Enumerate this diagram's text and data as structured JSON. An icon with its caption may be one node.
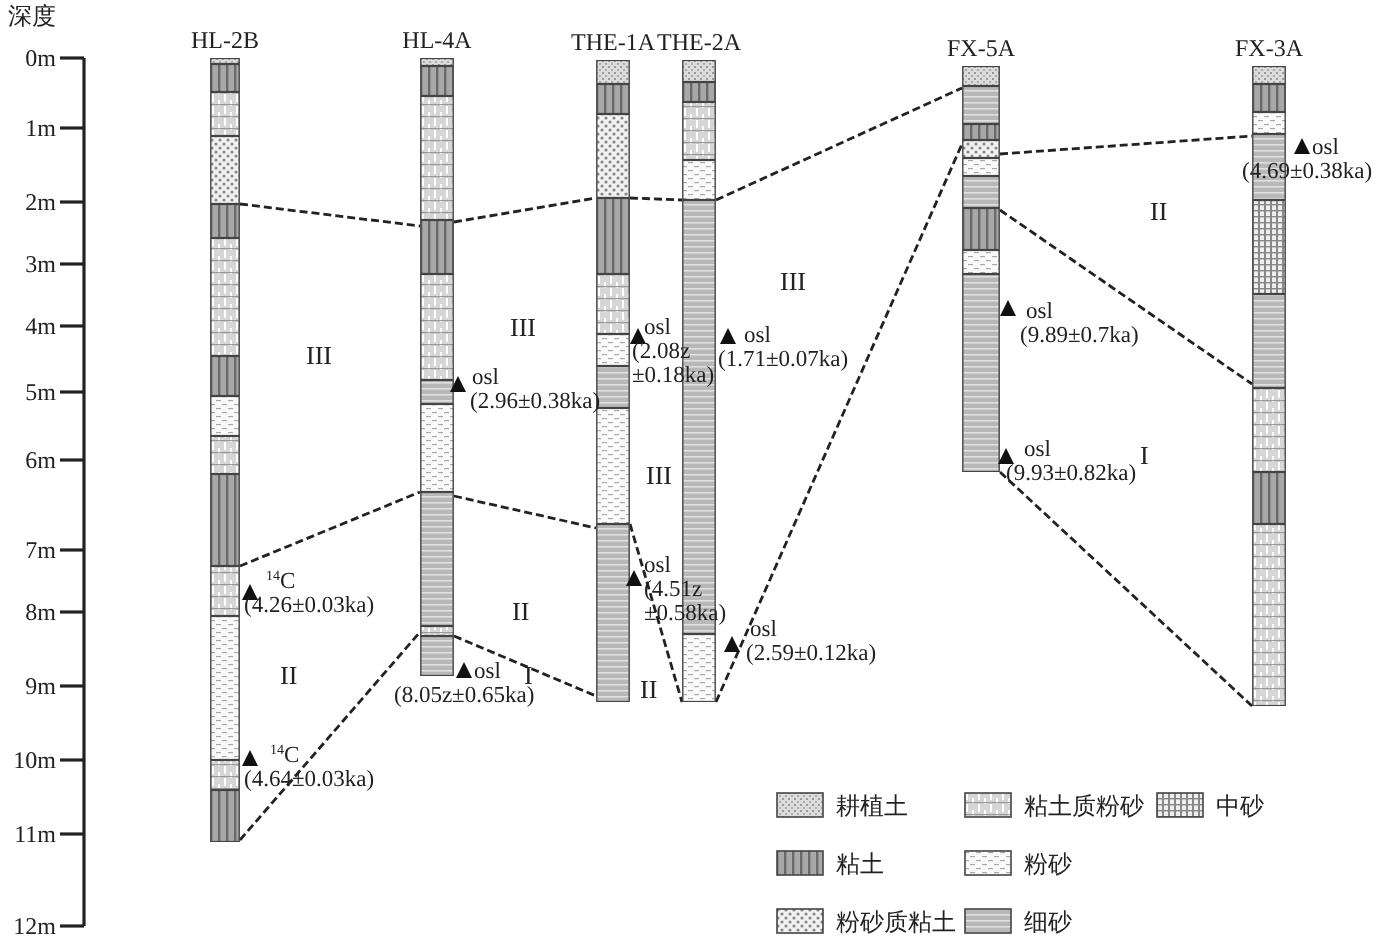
{
  "diagram": {
    "nodes": [
      {
        "text": [
          "HL-2B"
        ]
      },
      {
        "text": [
          "HL-4A"
        ]
      },
      {
        "text": [
          "THE-1A"
        ]
      },
      {
        "text": [
          "THE-2A"
        ]
      },
      {
        "text": [
          "FX-5A"
        ]
      },
      {
        "text": [
          "FX-3A"
        ]
      }
    ],
    "edges": [
      {
        "from": 0,
        "to": 1,
        "arrow": "none",
        "style": "dashed"
      },
      {
        "from": 1,
        "to": 2,
        "arrow": "none",
        "style": "dashed"
      },
      {
        "from": 2,
        "to": 3,
        "arrow": "none",
        "style": "dashed"
      },
      {
        "from": 3,
        "to": 4,
        "arrow": "none",
        "style": "dashed"
      },
      {
        "from": 4,
        "to": 5,
        "arrow": "none",
        "style": "dashed"
      },
      {
        "from": 0,
        "to": 1,
        "arrow": "none",
        "style": "dashed"
      },
      {
        "from": 1,
        "to": 2,
        "arrow": "none",
        "style": "dashed"
      },
      {
        "from": 0,
        "to": 1,
        "arrow": "none",
        "style": "dashed"
      },
      {
        "from": 1,
        "to": 2,
        "arrow": "none",
        "style": "dashed"
      },
      {
        "from": 2,
        "to": 3,
        "arrow": "none",
        "style": "dashed"
      },
      {
        "from": 3,
        "to": 4,
        "arrow": "none",
        "style": "dashed"
      },
      {
        "from": 4,
        "to": 5,
        "arrow": "none",
        "style": "dashed"
      },
      {
        "from": 4,
        "to": 5,
        "arrow": "none",
        "style": "dashed"
      }
    ],
    "labels": [
      "深度",
      "0m",
      "1m",
      "2m",
      "3m",
      "4m",
      "5m",
      "6m",
      "7m",
      "8m",
      "9m",
      "10m",
      "11m",
      "12m",
      "osl (4.69±0.38ka)",
      "II",
      "III",
      "osl (2.08z ±0.18ka)",
      "osl (1.71±0.07ka)",
      "III",
      "III",
      "osl (2.96±0.38ka)",
      "osl (9.89±0.7ka)",
      "I",
      "osl (9.93±0.82ka)",
      "III",
      "osl (4.51z ±0.58ka)",
      "$^{14}$C (4.26±0.03ka)",
      "II",
      "osl (2.59±0.12ka)",
      "osl (8.05z±0.65ka)",
      "II",
      "I",
      "II",
      "$^{14}$C (4.64±0.03ka)"
    ],
    "legend": [
      {
        "text": "耕植土"
      },
      {
        "text": "粘土质粉砂"
      },
      {
        "text": "中砂"
      },
      {
        "text": "粘土"
      },
      {
        "text": "粉砂"
      },
      {
        "text": "粉砂质粘土"
      },
      {
        "text": "细砂"
      }
    ]
  }
}
